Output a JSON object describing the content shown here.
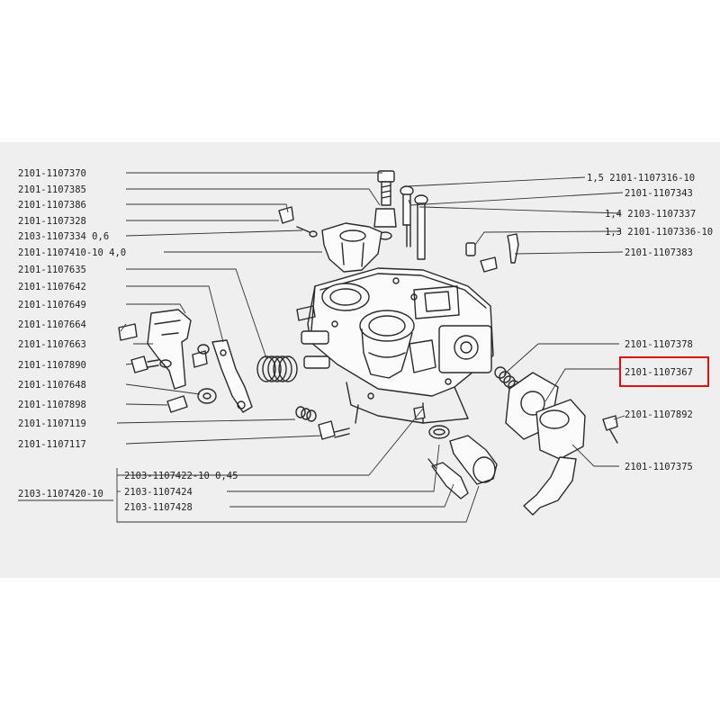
{
  "labels_left": [
    "2101-1107370",
    "2101-1107385",
    "2101-1107386",
    "2101-1107328",
    "2103-1107334 0,6",
    "2101-1107410-10 4,0",
    "2101-1107635",
    "2101-1107642",
    "2101-1107649",
    "2101-1107664",
    "2101-1107663",
    "2101-1107890",
    "2101-1107648",
    "2101-1107898",
    "2101-1107119",
    "2101-1107117"
  ],
  "labels_right": [
    "1,5 2101-1107316-10",
    "2101-1107343",
    "1,4 2103-1107337",
    "1,3 2101-1107336-10",
    "2101-1107383",
    "2101-1107378",
    "2101-1107367",
    "2101-1107892",
    "2101-1107375"
  ],
  "labels_bottom": [
    "2103-1107422-10 0,45",
    "2103-1107424",
    "2103-1107428"
  ],
  "group_label": "2103-1107420-10",
  "highlight": {
    "label": "2101-1107367",
    "color": "#e01010"
  }
}
